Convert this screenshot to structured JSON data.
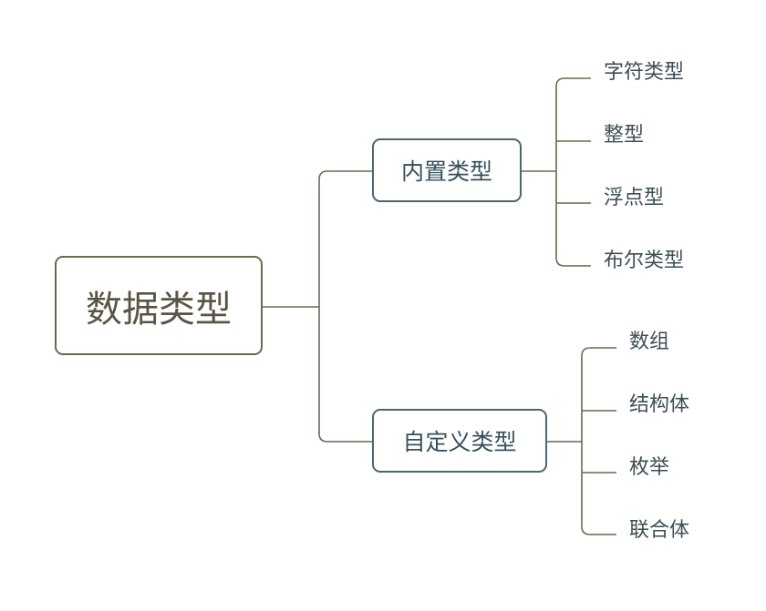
{
  "diagram": {
    "root": {
      "label": "数据类型"
    },
    "branches": [
      {
        "label": "内置类型",
        "children": [
          "字符类型",
          "整型",
          "浮点型",
          "布尔类型"
        ]
      },
      {
        "label": "自定义类型",
        "children": [
          "数组",
          "结构体",
          "枚举",
          "联合体"
        ]
      }
    ],
    "colors": {
      "root_border": "#6e6650",
      "root_text": "#5a5444",
      "branch_border": "#4c6672",
      "branch_text": "#35505c",
      "leaf_text": "#3d4e55",
      "connector": "#6e6650"
    }
  }
}
